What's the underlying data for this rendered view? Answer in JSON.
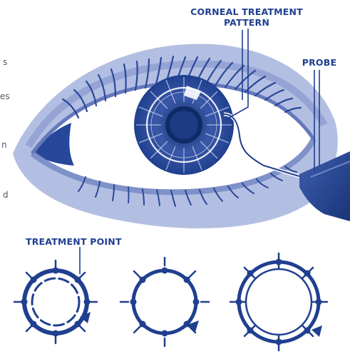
{
  "labels": {
    "corneal_line1": "CORNEAL TREATMENT",
    "corneal_line2": "PATTERN",
    "probe": "PROBE",
    "treatment_point": "TREATMENT POINT"
  },
  "edge_text_fragments": [
    "s",
    "es",
    "n",
    "d"
  ],
  "colors": {
    "primary_blue": "#1f3f8f",
    "light_blue": "#a9b6dd",
    "mid_blue": "#5f77bd",
    "dark_blue": "#183477"
  },
  "icons": {
    "eye": "eye-illustration-icon",
    "probe": "probe-instrument-icon",
    "patterns": [
      "treatment-pattern-ring-8-points-icon",
      "treatment-pattern-ring-8-points-thin-icon",
      "treatment-pattern-ring-double-icon"
    ]
  }
}
